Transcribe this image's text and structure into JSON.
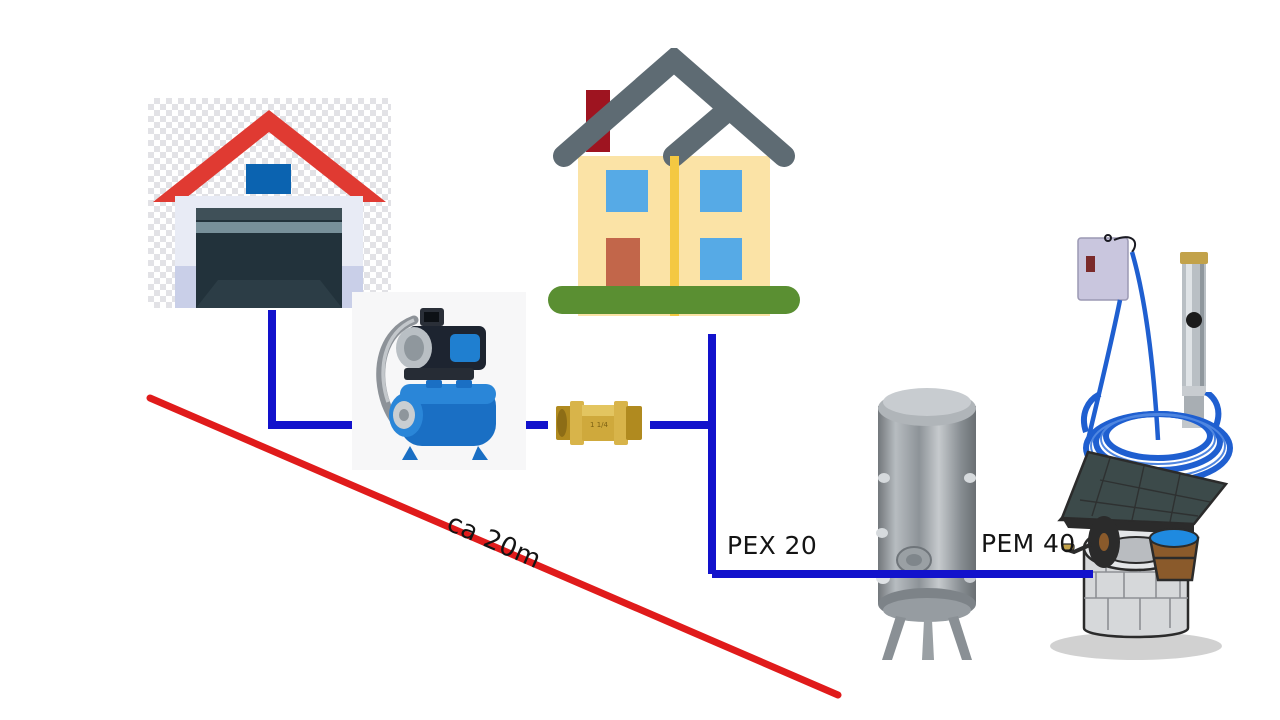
{
  "diagram": {
    "title": "Water supply schematic: well to house and garage",
    "background_color": "#ffffff",
    "pipe_color": "#1212cc",
    "distance_line_color": "#e01b1b"
  },
  "labels": {
    "distance": "ca 20m",
    "house_line": "PEX 20",
    "well_line": "PEM 40"
  },
  "nodes": {
    "garage": {
      "name": "Garage",
      "roof_color": "#e03a32",
      "wall_color": "#e8ebf5",
      "door_color": "#22323b",
      "window_color": "#0b63b0"
    },
    "house": {
      "name": "House",
      "wall_color": "#fbe3a6",
      "roof_color": "#5e6b73",
      "chimney_color": "#9e1420",
      "window_color": "#56aae6",
      "door_color": "#c2664a",
      "lawn_color": "#5a8f32"
    },
    "booster_pump": {
      "name": "Booster pump with pressure tank",
      "body_color": "#1a6fc4",
      "motor_color": "#1d2430"
    },
    "check_valve": {
      "name": "Brass check valve",
      "body_color": "#c9a227"
    },
    "pressure_vessel": {
      "name": "Galvanized pressure vessel",
      "body_color": "#9aa0a4"
    },
    "well": {
      "name": "Stone well",
      "stone_color": "#d6d8da",
      "roof_color": "#3c4a4a",
      "post_color": "#8a5a2b",
      "water_color": "#1f8ae0"
    },
    "submersible_pump": {
      "name": "Submersible well pump",
      "body_color": "#b9bfc4",
      "cap_color": "#c2a24a"
    },
    "control_box": {
      "name": "Pump control box",
      "body_color": "#c9c6de"
    },
    "pipe_coil": {
      "name": "Coiled PE pipe",
      "color": "#1f5fd0"
    }
  },
  "pipes": [
    {
      "name": "garage-drop",
      "from": "garage",
      "to": "pump"
    },
    {
      "name": "pump-to-valve",
      "from": "pump",
      "to": "check_valve"
    },
    {
      "name": "valve-to-tee",
      "from": "check_valve",
      "to": "house_tee"
    },
    {
      "name": "house-riser",
      "from": "house_tee",
      "to": "house"
    },
    {
      "name": "house-tee-down",
      "from": "house_tee",
      "to": "main_run"
    },
    {
      "name": "main-run",
      "from": "main_run",
      "to": "well"
    }
  ]
}
